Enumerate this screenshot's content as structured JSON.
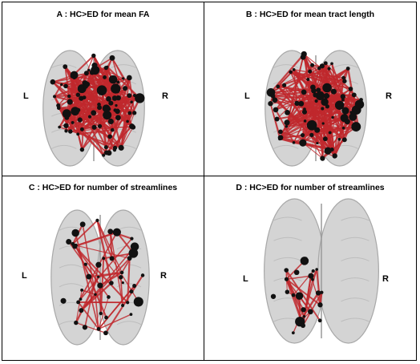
{
  "panels": {
    "a": {
      "title": "A : HC>ED for mean FA",
      "left": "L",
      "right": "R"
    },
    "b": {
      "title": "B : HC>ED for mean tract length",
      "left": "L",
      "right": "R"
    },
    "c": {
      "title": "C : HC>ED for number of streamlines",
      "left": "L",
      "right": "R"
    },
    "d": {
      "title": "D : HC>ED for number of streamlines",
      "left": "L",
      "right": "R"
    }
  },
  "colors": {
    "edge": "#c0282d",
    "node": "#111111",
    "brain": "#d4d4d4",
    "brain_edge": "#a8a8a8"
  }
}
